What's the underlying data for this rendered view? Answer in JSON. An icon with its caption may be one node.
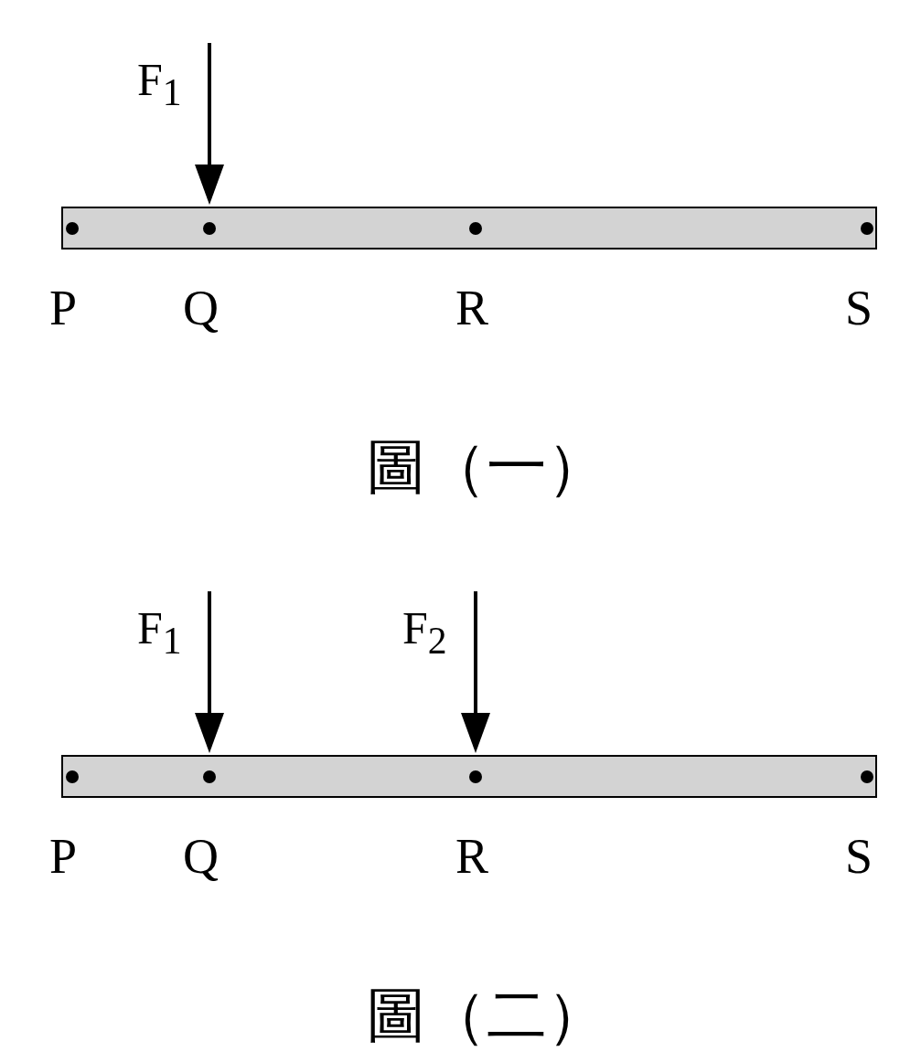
{
  "diagram": {
    "labels": [
      "F$_{1}$",
      "P",
      "Q",
      "R",
      "S",
      "圖（一）",
      "F$_{1}$",
      "F$_{2}$",
      "P",
      "Q",
      "R",
      "S",
      "圖（二）"
    ]
  }
}
